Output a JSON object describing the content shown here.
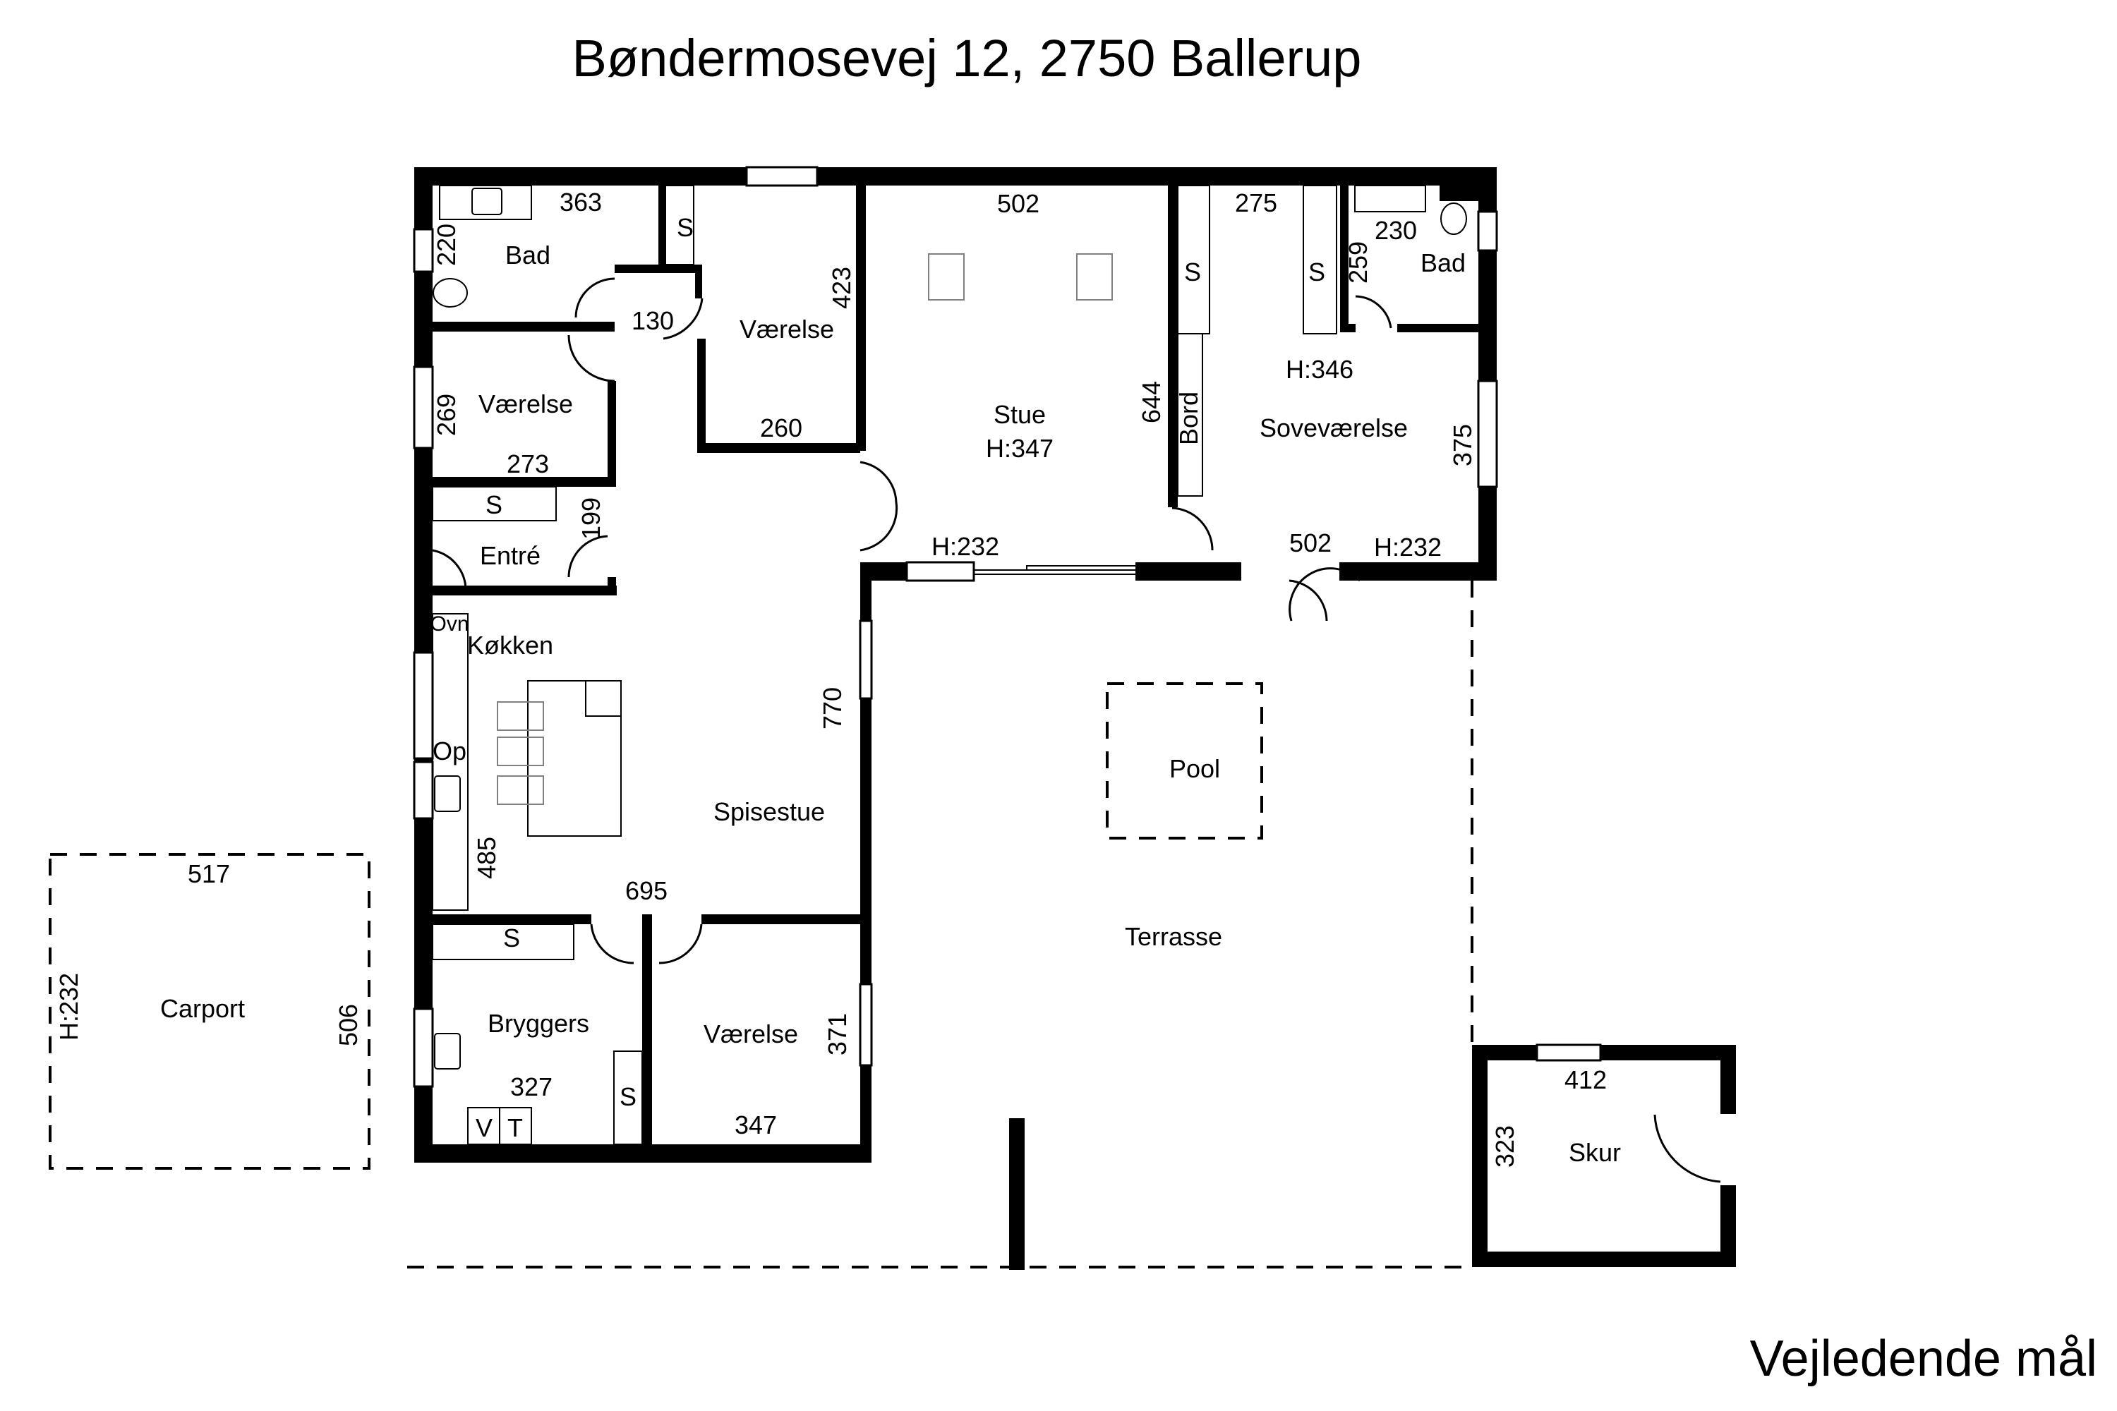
{
  "title": "Bøndermosevej 12, 2750 Ballerup",
  "footer": "Vejledende mål",
  "colors": {
    "wall": "#000000",
    "background": "#ffffff",
    "fixture": "#808080"
  },
  "rooms": {
    "bad_left": {
      "name": "Bad",
      "width": "363",
      "depth": "220"
    },
    "hall_passage": {
      "width": "130"
    },
    "vaerelse_top_left": {
      "name": "Værelse",
      "width": "273",
      "depth": "269"
    },
    "vaerelse_top_mid": {
      "name": "Værelse",
      "width": "260",
      "depth": "423"
    },
    "entre": {
      "name": "Entré",
      "depth": "199",
      "closet": "S"
    },
    "stue": {
      "name": "Stue",
      "height": "H:347",
      "width": "502",
      "depth": "644",
      "door_height": "H:232"
    },
    "sovevaerelse": {
      "name": "Soveværelse",
      "height": "H:346",
      "width_top": "275",
      "width_bottom": "502",
      "depth": "375",
      "door_height": "H:232",
      "desk": "Bord"
    },
    "bad_right": {
      "name": "Bad",
      "width": "230",
      "depth": "259"
    },
    "koekken": {
      "name": "Køkken",
      "oven": "Ovn",
      "dishwasher": "Op",
      "depth": "485"
    },
    "spisestue": {
      "name": "Spisestue",
      "width": "695",
      "depth": "770"
    },
    "bryggers": {
      "name": "Bryggers",
      "width": "327",
      "washer": "V",
      "dryer": "T"
    },
    "vaerelse_bottom": {
      "name": "Værelse",
      "width": "347",
      "depth": "371"
    },
    "carport": {
      "name": "Carport",
      "width": "517",
      "depth": "506",
      "height": "H:232"
    },
    "pool": {
      "name": "Pool"
    },
    "terrasse": {
      "name": "Terrasse"
    },
    "skur": {
      "name": "Skur",
      "width": "412",
      "depth": "323"
    }
  },
  "closet_label": "S"
}
